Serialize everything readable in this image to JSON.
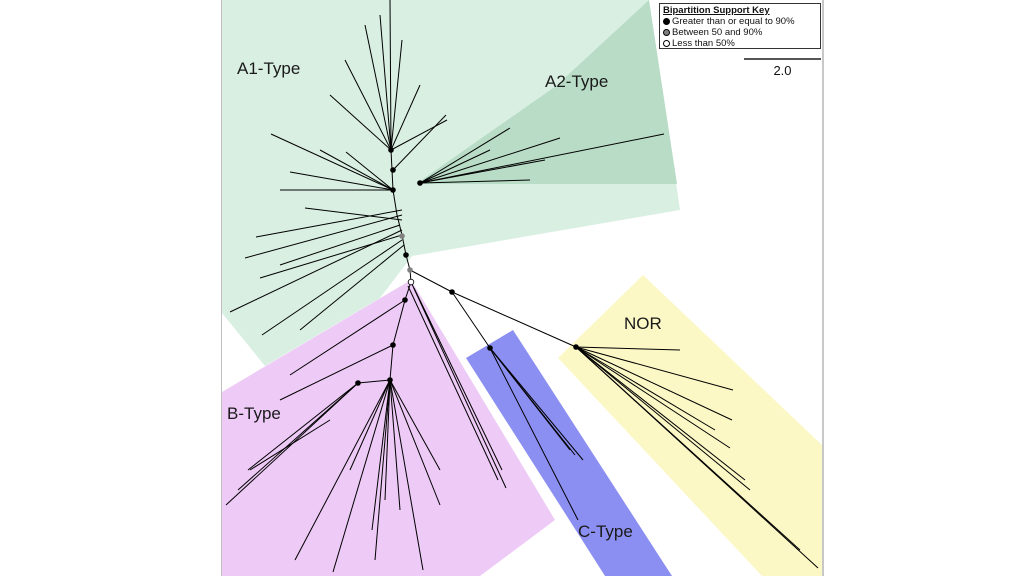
{
  "legend": {
    "title": "Bipartition Support Key",
    "items": [
      {
        "label": "Greater than or equal to 90%",
        "marker": "filled-black-circle",
        "color": "#000000"
      },
      {
        "label": "Between 50 and 90%",
        "marker": "filled-gray-circle",
        "color": "#808080"
      },
      {
        "label": "Less than 50%",
        "marker": "open-circle",
        "color": "#ffffff"
      }
    ]
  },
  "scale_bar": {
    "label": "2.0"
  },
  "clades": [
    {
      "name": "A1-Type",
      "color": "#d9efe2"
    },
    {
      "name": "A2-Type",
      "color": "#b9dcc6"
    },
    {
      "name": "B-Type",
      "color": "#eecaf6"
    },
    {
      "name": "C-Type",
      "color": "#8c8ff2"
    },
    {
      "name": "NOR",
      "color": "#fbf8c6"
    }
  ]
}
